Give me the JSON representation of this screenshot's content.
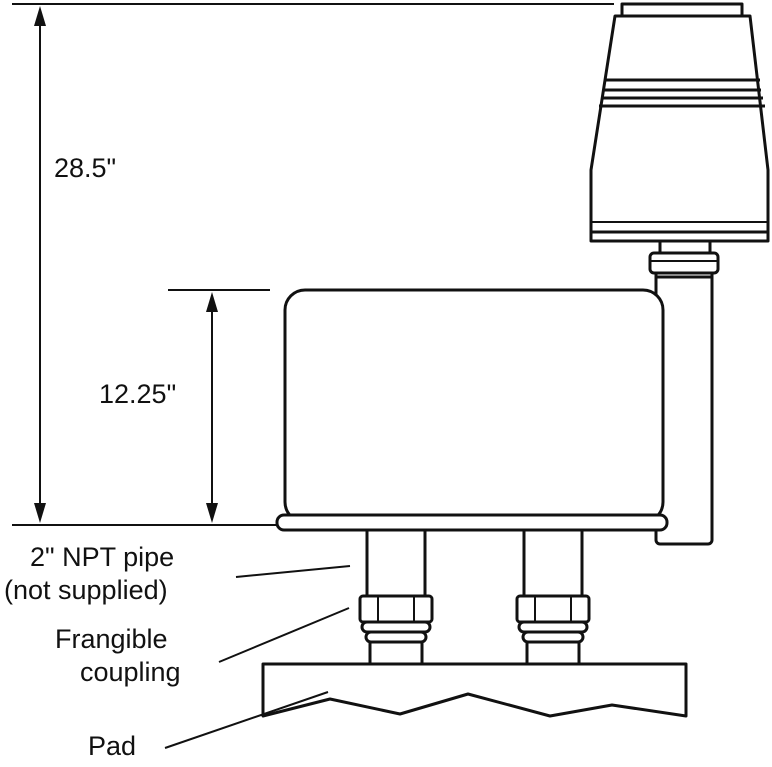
{
  "dimensions": {
    "total_height": "28.5\"",
    "box_height": "12.25\""
  },
  "callouts": {
    "pipe_line1": "2\" NPT pipe",
    "pipe_line2": "(not supplied)",
    "coupling_line1": "Frangible",
    "coupling_line2": "coupling",
    "pad": "Pad"
  }
}
